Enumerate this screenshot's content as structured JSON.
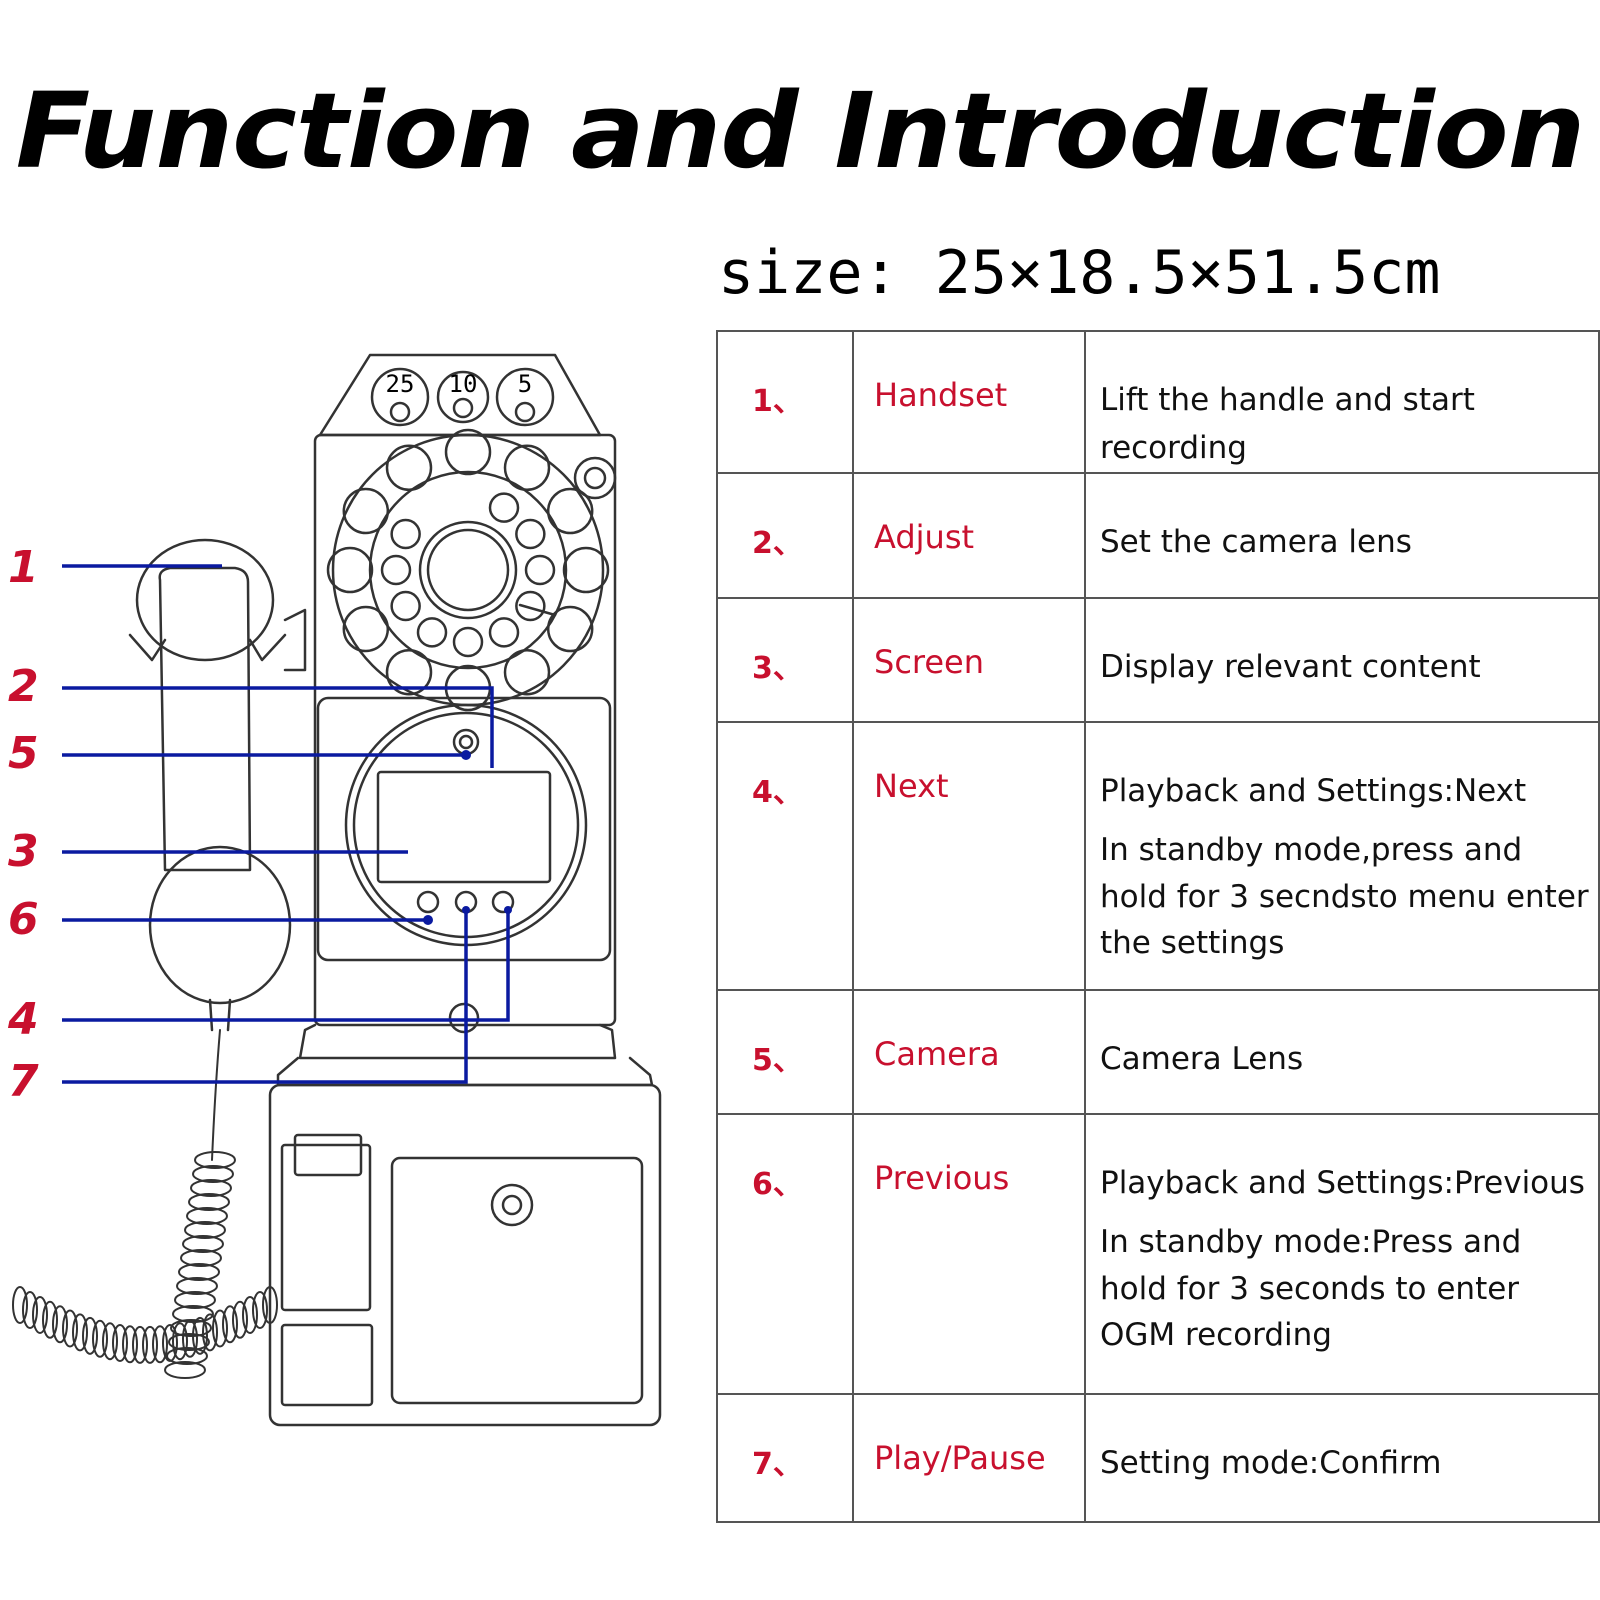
{
  "title": "Function and Introduction",
  "size": "size: 25×18.5×51.5cm",
  "coin_labels": [
    "25",
    "10",
    "5"
  ],
  "callouts": [
    "1",
    "2",
    "5",
    "3",
    "6",
    "4",
    "7"
  ],
  "rows": [
    {
      "num": "1、",
      "name": "Handset",
      "desc": "Lift the handle and start recording",
      "desc2": ""
    },
    {
      "num": "2、",
      "name": "Adjust",
      "desc": "Set the camera lens",
      "desc2": ""
    },
    {
      "num": "3、",
      "name": "Screen",
      "desc": "Display relevant content",
      "desc2": ""
    },
    {
      "num": "4、",
      "name": "Next",
      "desc": "Playback and Settings:Next",
      "desc2": "In standby mode,press and hold for 3 secndsto menu enter  the settings"
    },
    {
      "num": "5、",
      "name": "Camera",
      "desc": "Camera Lens",
      "desc2": ""
    },
    {
      "num": "6、",
      "name": "Previous",
      "desc": "Playback and Settings:Previous",
      "desc2": "In standby mode:Press and hold for 3 seconds to enter OGM recording"
    },
    {
      "num": "7、",
      "name": "Play/Pause",
      "desc": "Setting mode:Confirm",
      "desc2": ""
    }
  ],
  "colors": {
    "accent": "#c8102e",
    "leader": "#0a1aa0",
    "outline": "#333333"
  }
}
